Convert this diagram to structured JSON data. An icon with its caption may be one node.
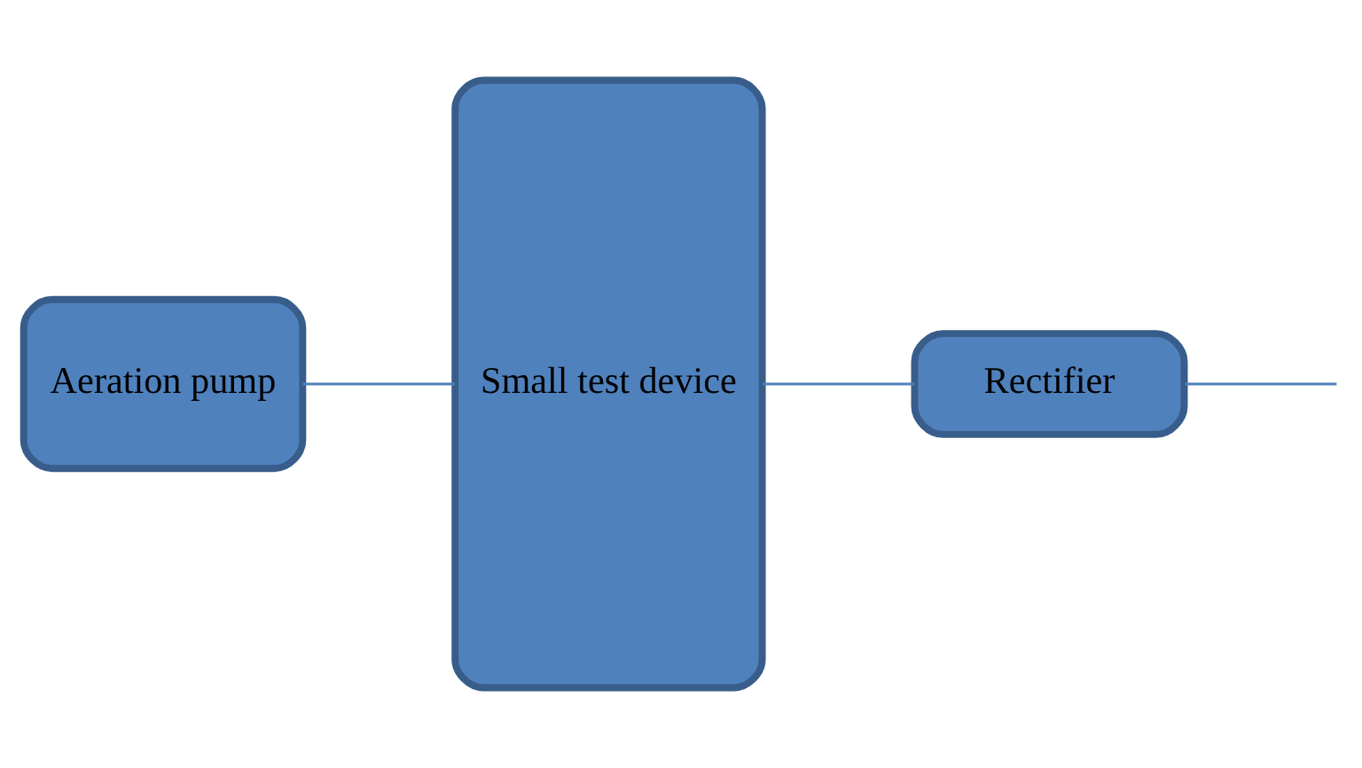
{
  "diagram": {
    "nodes": [
      {
        "text": [
          "Aeration pump"
        ]
      },
      {
        "text": [
          "Small test device"
        ]
      },
      {
        "text": [
          "Rectifier"
        ]
      }
    ],
    "edges": [
      {
        "from": 0,
        "to": 1,
        "arrow": "none"
      },
      {
        "from": 1,
        "to": 2,
        "arrow": "none"
      },
      {
        "from": 2,
        "to": null,
        "arrow": "none"
      }
    ]
  }
}
